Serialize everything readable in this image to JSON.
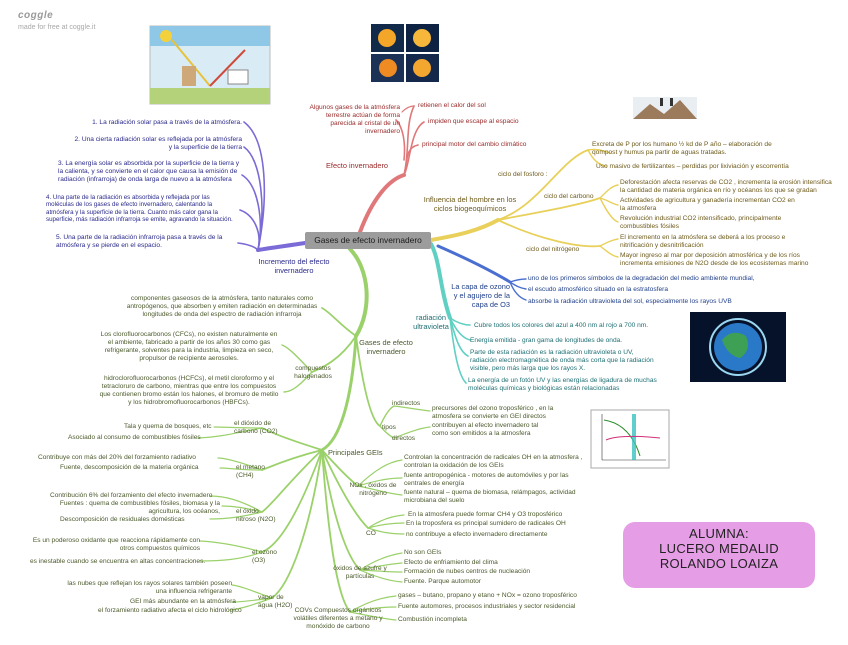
{
  "brand": {
    "name": "coggle",
    "tagline": "made for free at coggle.it"
  },
  "root": "Gases de efecto invernadero",
  "branches": {
    "efecto": "Efecto invernadero",
    "incremento": "Incremento del efecto invernadero",
    "influencia": "Influencia del hombre en los ciclos biogeoquímicos",
    "ozono": "La capa de ozono y el agujero de la capa de O3",
    "radiacion": "radiación ultravioleta",
    "gases": "Gases de efecto invernadero",
    "principales": "Principales GEIs"
  },
  "efecto": {
    "intro": "Algunos gases de la atmósfera terrestre actúan de forma parecida al cristal de un invernadero",
    "leaves": [
      "retienen el calor del sol",
      "impiden que escape al espacio",
      "principal motor del cambio climático"
    ]
  },
  "incremento": {
    "leaves": [
      "1.  La radiación solar pasa a través de la atmósfera.",
      "2.  Una cierta radiación solar es reflejada por la atmósfera y la superficie de la tierra",
      "3.  La energía solar es absorbida por la superficie de la tierra y la calienta, y se convierte en el calor que causa la emisión de radiación (infrarroja) de onda larga de nuevo a la atmósfera",
      "4. Una parte de la radiación es absorbida y reflejada por las moléculas de los gases de efecto invernadero, calentando la atmósfera y la superficie de la tierra. Cuanto más calor gana la superficie, más radiación infrarroja se emite, agravando la situación.",
      "5.  Una parte de la radiación infrarroja pasa a través de la atmósfera y se pierde en el espacio."
    ]
  },
  "influencia": {
    "fosforo": "ciclo del fosforo :",
    "fosforo_leaves": [
      "Excreta de P por los humano ½ kd de P año – elaboración de qompost y humus pa partir de aguas tratadas.",
      "Uso masivo de fertilizantes – perdidas por lixiviación y escorrentía"
    ],
    "carbono": "ciclo del carbono",
    "carbono_leaves": [
      "Deforestación afecta reservas de CO2 , incrementa la erosión intensifica la cantidad de materia orgánica en río y océanos los que se gradan",
      "Actividades de agricultura y ganadería incrementan CO2 en la atmosfera",
      "Revolución industrial CO2 intensificado, principalmente combustibles fósiles"
    ],
    "nitrogeno": "ciclo del nitrógeno",
    "nitrogeno_leaves": [
      "El incremento en la atmósfera se deberá a los proceso e nitrificación y desnitrificación",
      "Mayor ingreso al mar por deposición atmosférica y de los ríos incrementa emisiones de N2O desde de los ecosistemas marino"
    ]
  },
  "ozono": {
    "leaves": [
      "uno de los primeros símbolos de la degradación del medio ambiente mundial,",
      "el escudo atmosférico situado en la estratosfera",
      "absorbe la radiación ultravioleta del sol, especialmente los rayos UVB"
    ]
  },
  "radiacion": {
    "leaves": [
      "Cubre todos los colores del azul a 400 nm al rojo a 700 nm.",
      "Energía emitida - gran gama de longitudes de onda.",
      "Parte de esta radiación es la radiación ultravioleta o UV, radiación electromagnética de onda más corta que la radiación visible, pero más larga que los rayos X.",
      "La energía de un fotón UV y las energías de ligadura de muchas moléculas químicas y biológicas están relacionadas"
    ]
  },
  "gases": {
    "componentes": "componentes gaseosos de la atmósfera, tanto naturales como antropógenos, que absorben y emiten radiación en determinadas longitudes de onda del espectro de radiación infrarroja",
    "halogenados": "compuestos halogenados",
    "halogenados_leaves": [
      "Los clorofluorocarbonos (CFCs), no existen naturalmente en el ambiente, fabricado a partir de los años 30 como gas refrigerante, solventes para la industria, limpieza en seco, propulsor de recipiente aerosoles.",
      "hidroclorofluorocarbonos (HCFCs), el metil cloroformo y el tetracloruro de carbono, mientras que entre los compuestos que contienen bromo están los halones, el bromuro de metilo y los hidrobromofluorocarbonos (HBFCs)."
    ],
    "indirectos": "indirectos",
    "tipos": "tipos",
    "directos": "directos",
    "indirectos_leaf": "precursores del ozono troposférico , en la atmosfera se convierte en GEI directos",
    "directos_leaf": "contribuyen al efecto invernadero tal como son emitidos a la atmosfera"
  },
  "principales": {
    "co2": "el dióxido de carbono (CO2)",
    "co2_leaves": [
      "Tala y quema de bosques, etc",
      "Asociado al consumo de combustibles fósiles"
    ],
    "ch4": "el metano (CH4)",
    "ch4_leaves": [
      "Contribuye con más del 20% del forzamiento radiativo",
      "Fuente, descomposición de la materia orgánica"
    ],
    "n2o": "el óxido nitroso (N2O)",
    "n2o_leaves": [
      "Contribución 6% del forzamiento del efecto invernadero",
      "Fuentes : quema de combustibles fósiles, biomasa y la agricultura, los océanos,",
      "Descomposición de residuales domésticas"
    ],
    "o3": "el ozono (O3)",
    "o3_leaves": [
      "Es un poderoso oxidante que reacciona rápidamente con otros compuestos químicos",
      "es inestable cuando se encuentra en altas concentraciones."
    ],
    "h2o": "vapor de agua (H2O)",
    "h2o_leaves": [
      "las nubes que reflejan los rayos solares también poseen una influencia refrigerante",
      "GEI más abundante en la atmósfera",
      "el forzamiento radiativo afecta el ciclo hidrológico"
    ],
    "nox": "NOx , óxidos de nitrógeno",
    "nox_leaves": [
      "Controlan la concentración de radicales OH en la atmosfera , controlan la oxidación de los GEIs",
      "fuente antropogénica - motores de automóviles y por las centrales de energía",
      "fuente natural – quema de biomasa, relámpagos, actividad microbiana del suelo"
    ],
    "co": "CO",
    "co_leaves": [
      "En la atmosfera puede formar CH4 y O3 troposférico",
      "En la troposfera es principal sumidero de radicales OH",
      "no contribuye a efecto invernadero directamente"
    ],
    "sox": "óxidos de azufre y partículas",
    "sox_leaves": [
      "No son GEIs",
      "Efecto de enfriamiento del clima",
      "Formación de nubes centros de nucleación",
      "Fuente. Parque automotor"
    ],
    "cov": "COVs Compuestos orgánicos volátiles diferentes a metano y monóxido de carbono",
    "cov_leaves": [
      "gases – butano, propano y etano + NOx = ozono troposférico",
      "Fuente automores, procesos industriales y sector residencial",
      "Combustión incompleta"
    ]
  },
  "alumna": {
    "line1": "ALUMNA:",
    "line2": "LUCERO MEDALID",
    "line3": "ROLANDO LOAIZA"
  },
  "colors": {
    "purple": "#7b6bd6",
    "red": "#e0787a",
    "yellow": "#e8d05a",
    "teal": "#5fd0c2",
    "blue": "#4a6fd0",
    "green": "#9bd16a",
    "root": "#9c9c9c",
    "alumna": "#e59ee6"
  }
}
